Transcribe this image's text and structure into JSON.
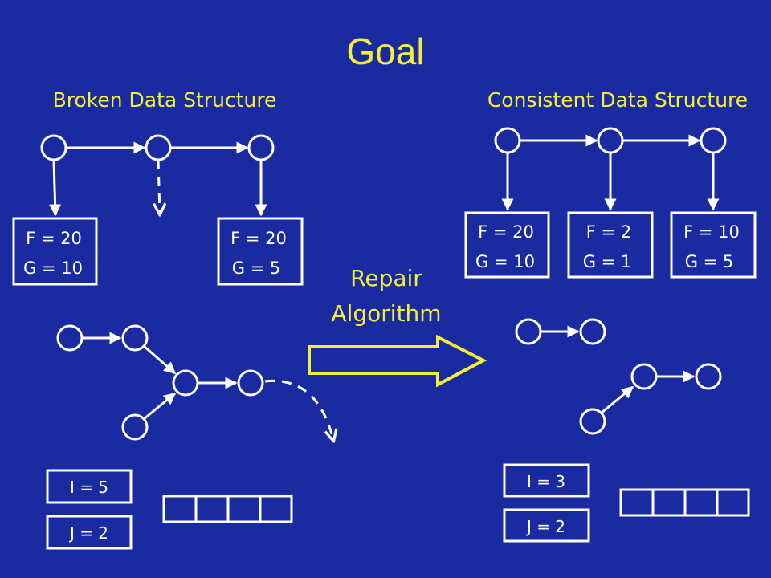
{
  "title": "Goal",
  "left": {
    "heading": "Broken Data Structure",
    "box1": {
      "f": "F = 20",
      "g": "G = 10"
    },
    "box2": {
      "f": "F = 20",
      "g": "G = 5"
    },
    "var_i": "I = 5",
    "var_j": "J = 2"
  },
  "right": {
    "heading": "Consistent Data Structure",
    "box1": {
      "f": "F = 20",
      "g": "G = 10"
    },
    "box2": {
      "f": "F = 2",
      "g": "G = 1"
    },
    "box3": {
      "f": "F = 10",
      "g": "G = 5"
    },
    "var_i": "I = 3",
    "var_j": "J = 2"
  },
  "repair": {
    "line1": "Repair",
    "line2": "Algorithm"
  },
  "colors": {
    "background": "#1a2aa0",
    "accent": "#f4f03a",
    "foreground": "#ffffff"
  }
}
